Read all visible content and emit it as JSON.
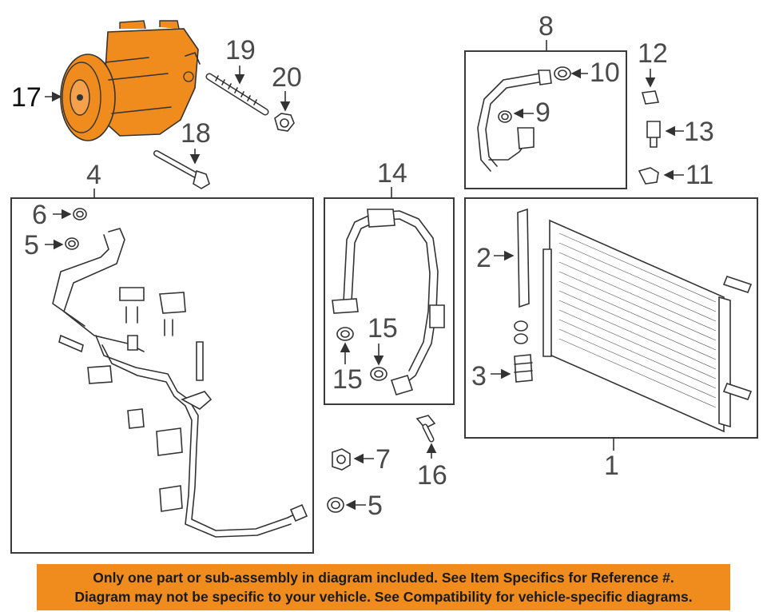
{
  "callouts": {
    "c1": "1",
    "c2": "2",
    "c3": "3",
    "c4": "4",
    "c5a": "5",
    "c5b": "5",
    "c6": "6",
    "c7": "7",
    "c8": "8",
    "c9": "9",
    "c10": "10",
    "c11": "11",
    "c12": "12",
    "c13": "13",
    "c14": "14",
    "c15a": "15",
    "c15b": "15",
    "c16": "16",
    "c17": "17",
    "c18": "18",
    "c19": "19",
    "c20": "20"
  },
  "highlight_color": "#f08c1e",
  "banner": {
    "line1": "Only one part or sub-assembly in diagram included. See Item Specifics for Reference #.",
    "line2": "Diagram may not be specific to your vehicle. See Compatibility for vehicle-specific diagrams."
  }
}
